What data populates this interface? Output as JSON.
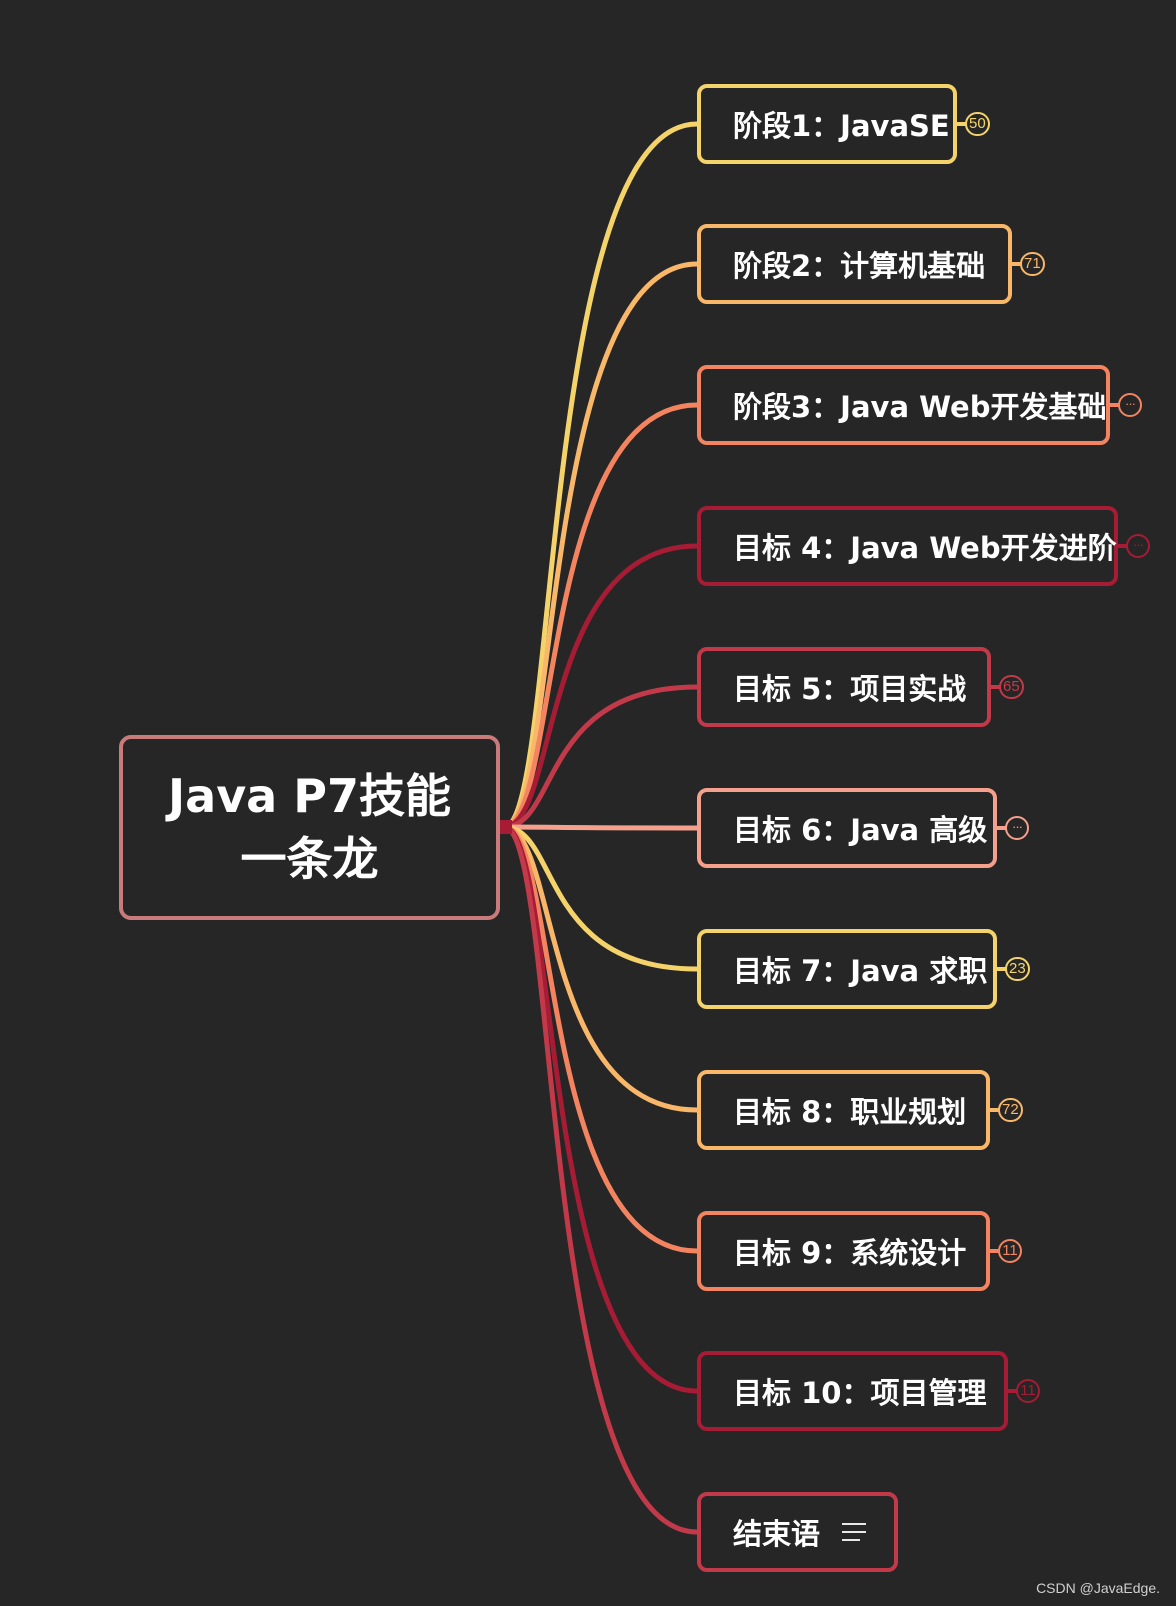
{
  "root": {
    "lines": [
      "Java P7技能",
      "一条龙"
    ],
    "border_color": "#c97a7a"
  },
  "branches": [
    {
      "label": "阶段1：JavaSE",
      "color": "#f5d36b",
      "badge": "50"
    },
    {
      "label": "阶段2：计算机基础",
      "color": "#f9b76a",
      "badge": "71"
    },
    {
      "label": "阶段3：Java Web开发基础",
      "color": "#f4845f",
      "badge": "···"
    },
    {
      "label": "目标 4：Java Web开发进阶",
      "color": "#a51c34",
      "badge": "···"
    },
    {
      "label": "目标 5：项目实战",
      "color": "#c23a4a",
      "badge": "65"
    },
    {
      "label": "目标 6：Java 高级",
      "color": "#f4a08c",
      "badge": "···"
    },
    {
      "label": "目标 7：Java 求职",
      "color": "#f5d36b",
      "badge": "23"
    },
    {
      "label": "目标 8：职业规划",
      "color": "#f9b76a",
      "badge": "72"
    },
    {
      "label": "目标 9：系统设计",
      "color": "#f4845f",
      "badge": "11"
    },
    {
      "label": "目标 10：项目管理",
      "color": "#a51c34",
      "badge": "11"
    },
    {
      "label": "结束语",
      "color": "#c23a4a",
      "badge": null,
      "note_icon": "notes-icon"
    }
  ],
  "watermark": "CSDN @JavaEdge."
}
